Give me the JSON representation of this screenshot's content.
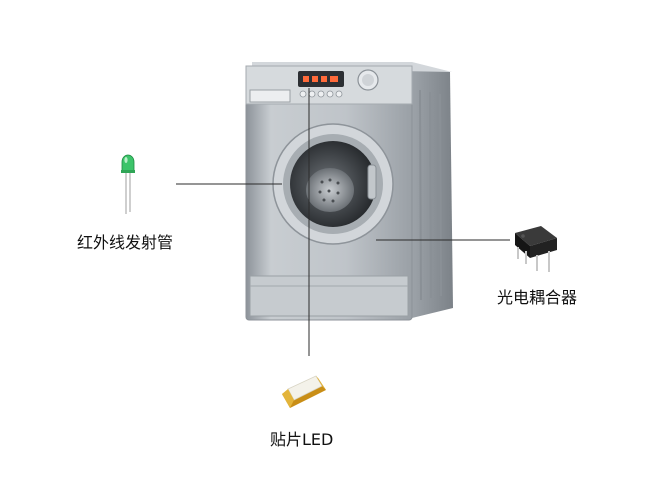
{
  "labels": {
    "ir_emitter": "红外线发射管",
    "optocoupler": "光电耦合器",
    "smd_led": "贴片LED"
  },
  "colors": {
    "background": "#ffffff",
    "machine_body": "#b9bec3",
    "leader_line": "#2b2b2b",
    "led_green": "#3cc46a",
    "chip_black": "#1e1e1e",
    "smd_gold": "#d9a420"
  }
}
